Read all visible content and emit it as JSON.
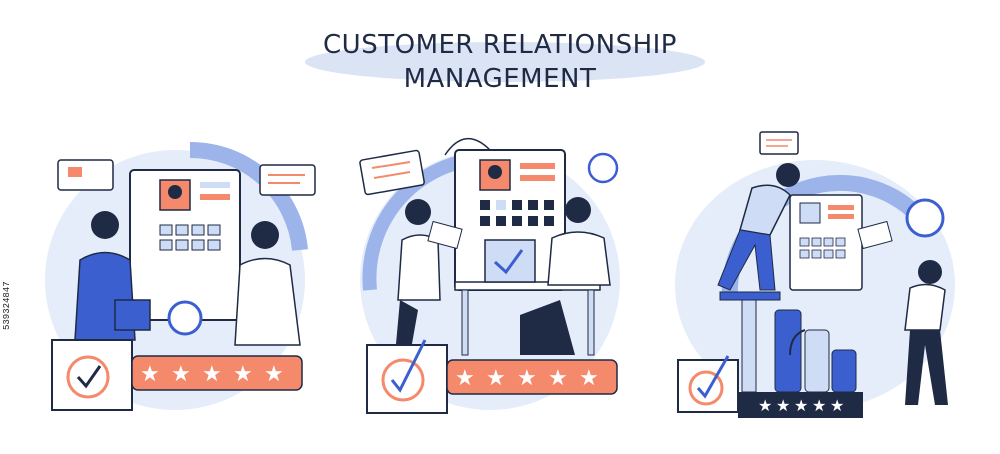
{
  "title": {
    "line1": "CUSTOMER RELATIONSHIP",
    "line2": "MANAGEMENT"
  },
  "side_text": "539324847",
  "colors": {
    "navy": "#1f2a44",
    "blue": "#3c5fd0",
    "light_blue": "#cfdcf6",
    "pale_blue": "#e6edfa",
    "coral": "#f4896b",
    "white": "#ffffff"
  },
  "scenes": [
    {
      "name": "scene-left",
      "stars": 5
    },
    {
      "name": "scene-middle",
      "stars": 5
    },
    {
      "name": "scene-right",
      "stars": 5
    }
  ]
}
